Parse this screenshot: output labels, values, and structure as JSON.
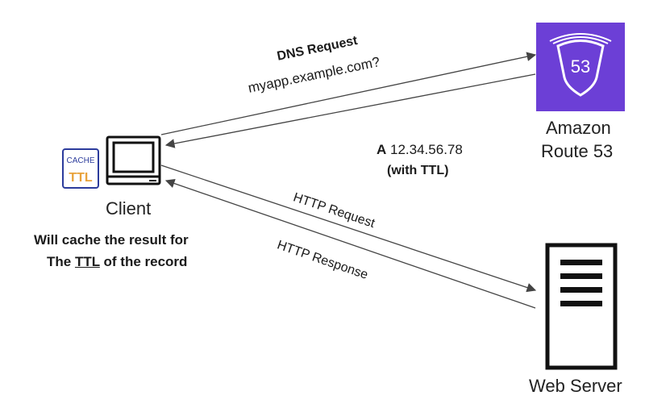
{
  "cache_badge": {
    "top": "CACHE",
    "bottom": "TTL"
  },
  "client": {
    "label": "Client"
  },
  "note": {
    "line1": "Will cache the result for",
    "line2_pre": "The ",
    "line2_ttl": "TTL",
    "line2_post": " of the record"
  },
  "route53": {
    "badge": "53",
    "label_line1": "Amazon",
    "label_line2": "Route 53"
  },
  "web_server": {
    "label": "Web Server"
  },
  "dns_request": {
    "title": "DNS Request",
    "domain": "myapp.example.com?"
  },
  "dns_response": {
    "record_type": "A",
    "ip": "12.34.56.78",
    "ttl_note": "(with TTL)"
  },
  "http_request": {
    "label": "HTTP Request"
  },
  "http_response": {
    "label": "HTTP Response"
  },
  "colors": {
    "route53_bg": "#6c3fd6",
    "ttl_text": "#e8a23a",
    "cache_border": "#2c3c9c",
    "line": "#444444"
  }
}
